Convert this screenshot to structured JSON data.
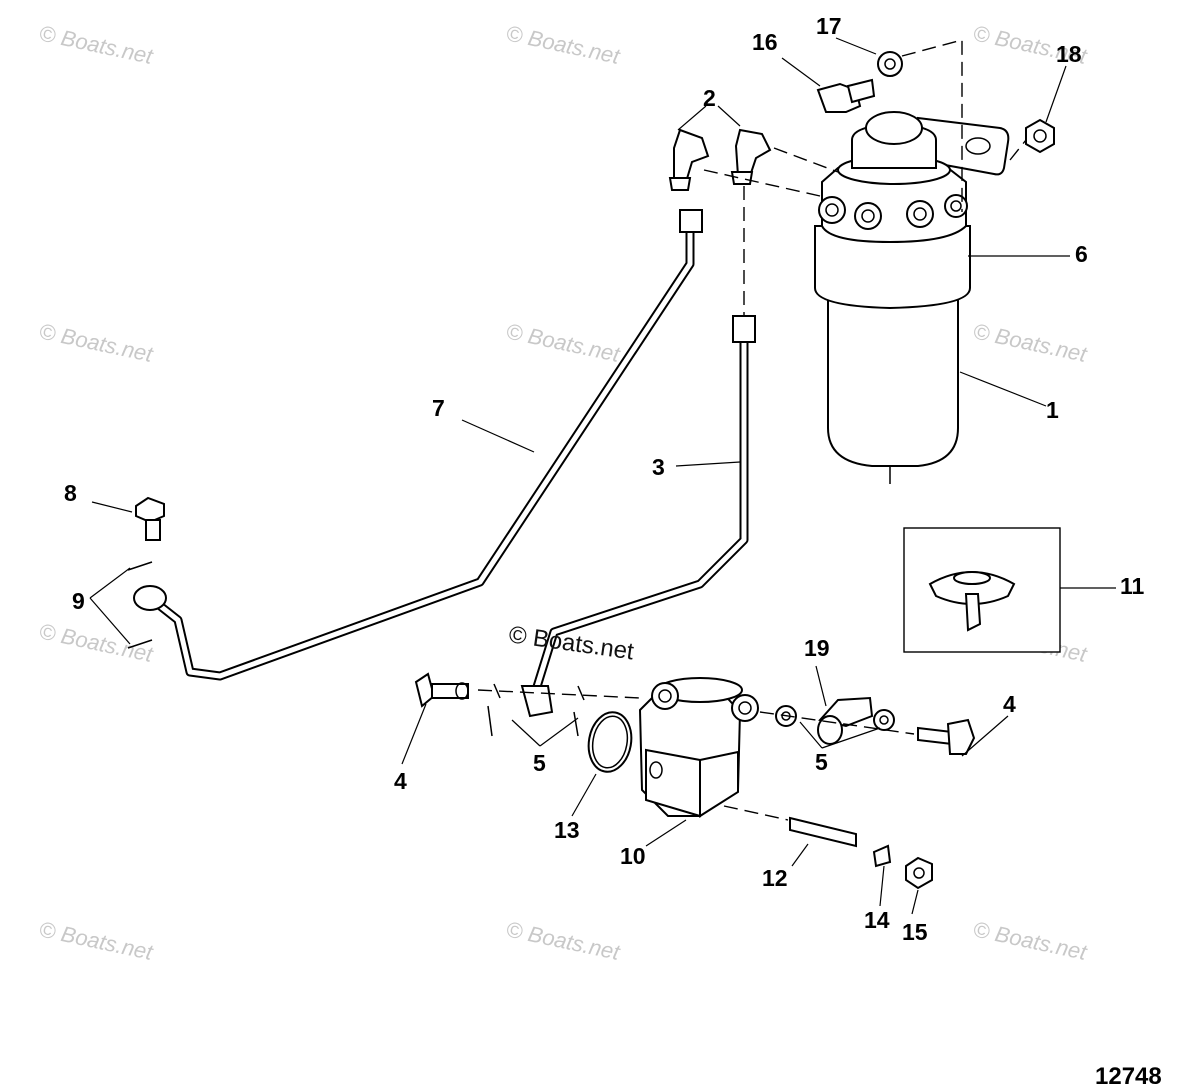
{
  "watermark": {
    "text": "© Boats.net",
    "color": "#c8c8c8"
  },
  "center_watermark": "© Boats.net",
  "figure_number": "12748",
  "callouts": [
    {
      "id": "1",
      "label": "1"
    },
    {
      "id": "2",
      "label": "2"
    },
    {
      "id": "3",
      "label": "3"
    },
    {
      "id": "4a",
      "label": "4"
    },
    {
      "id": "4b",
      "label": "4"
    },
    {
      "id": "5a",
      "label": "5"
    },
    {
      "id": "5b",
      "label": "5"
    },
    {
      "id": "6",
      "label": "6"
    },
    {
      "id": "7",
      "label": "7"
    },
    {
      "id": "8",
      "label": "8"
    },
    {
      "id": "9",
      "label": "9"
    },
    {
      "id": "10",
      "label": "10"
    },
    {
      "id": "11",
      "label": "11"
    },
    {
      "id": "12",
      "label": "12"
    },
    {
      "id": "13",
      "label": "13"
    },
    {
      "id": "14",
      "label": "14"
    },
    {
      "id": "15",
      "label": "15"
    },
    {
      "id": "16",
      "label": "16"
    },
    {
      "id": "17",
      "label": "17"
    },
    {
      "id": "18",
      "label": "18"
    },
    {
      "id": "19",
      "label": "19"
    }
  ]
}
